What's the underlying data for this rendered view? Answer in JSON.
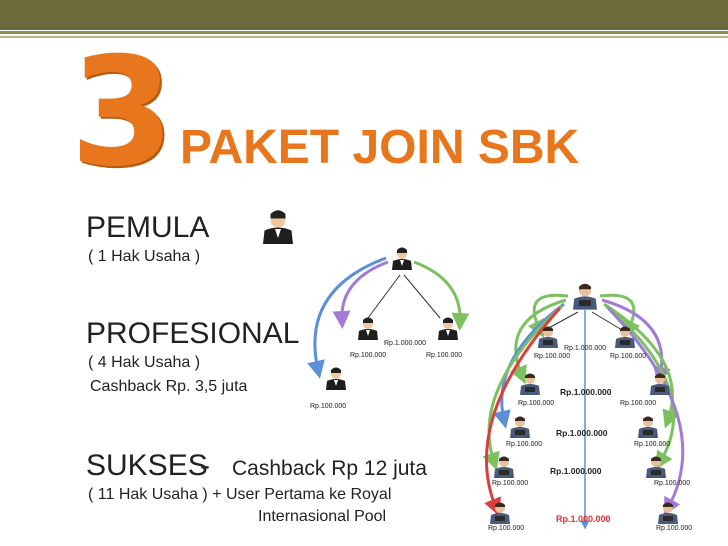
{
  "title": {
    "number": "3",
    "text": "PAKET JOIN SBK"
  },
  "packages": [
    {
      "name": "PEMULA",
      "detail": "( 1 Hak Usaha )"
    },
    {
      "name": "PROFESIONAL",
      "detail": "( 4 Hak Usaha )",
      "extra": "Cashback Rp. 3,5 juta"
    },
    {
      "name": "SUKSES",
      "separator": "-",
      "cashback": "Cashback Rp 12 juta",
      "detail": "( 11  Hak Usaha ) + User Pertama ke Royal",
      "detail2": "Internasional Pool"
    }
  ],
  "diagram_pro": {
    "top_label": "Rp.1.000.000",
    "left_label": "Rp.100.000",
    "right_label": "Rp.100.000",
    "bottom_label": "Rp.100.000"
  },
  "diagram_sukses": {
    "row1_center": "Rp.1.000.000",
    "row1_left": "Rp.100.000",
    "row1_right": "Rp.100.000",
    "row2_center": "Rp.1.000.000",
    "row2_left": "Rp.100.000",
    "row2_right": "Rp.100.000",
    "row3_center": "Rp.1.000.000",
    "row3_left": "Rp.100.000",
    "row3_right": "Rp.100.000",
    "row4_center": "Rp.1.000.000",
    "row4_left": "Rp.100.000",
    "row4_right": "Rp.100.000",
    "row5_center": "Rp.1.000.000",
    "row5_left": "Rp.100.000",
    "row5_right": "Rp.100.000"
  },
  "colors": {
    "accent": "#e8761c",
    "header_bar": "#6b6a3a",
    "highlight": "#e03030"
  }
}
